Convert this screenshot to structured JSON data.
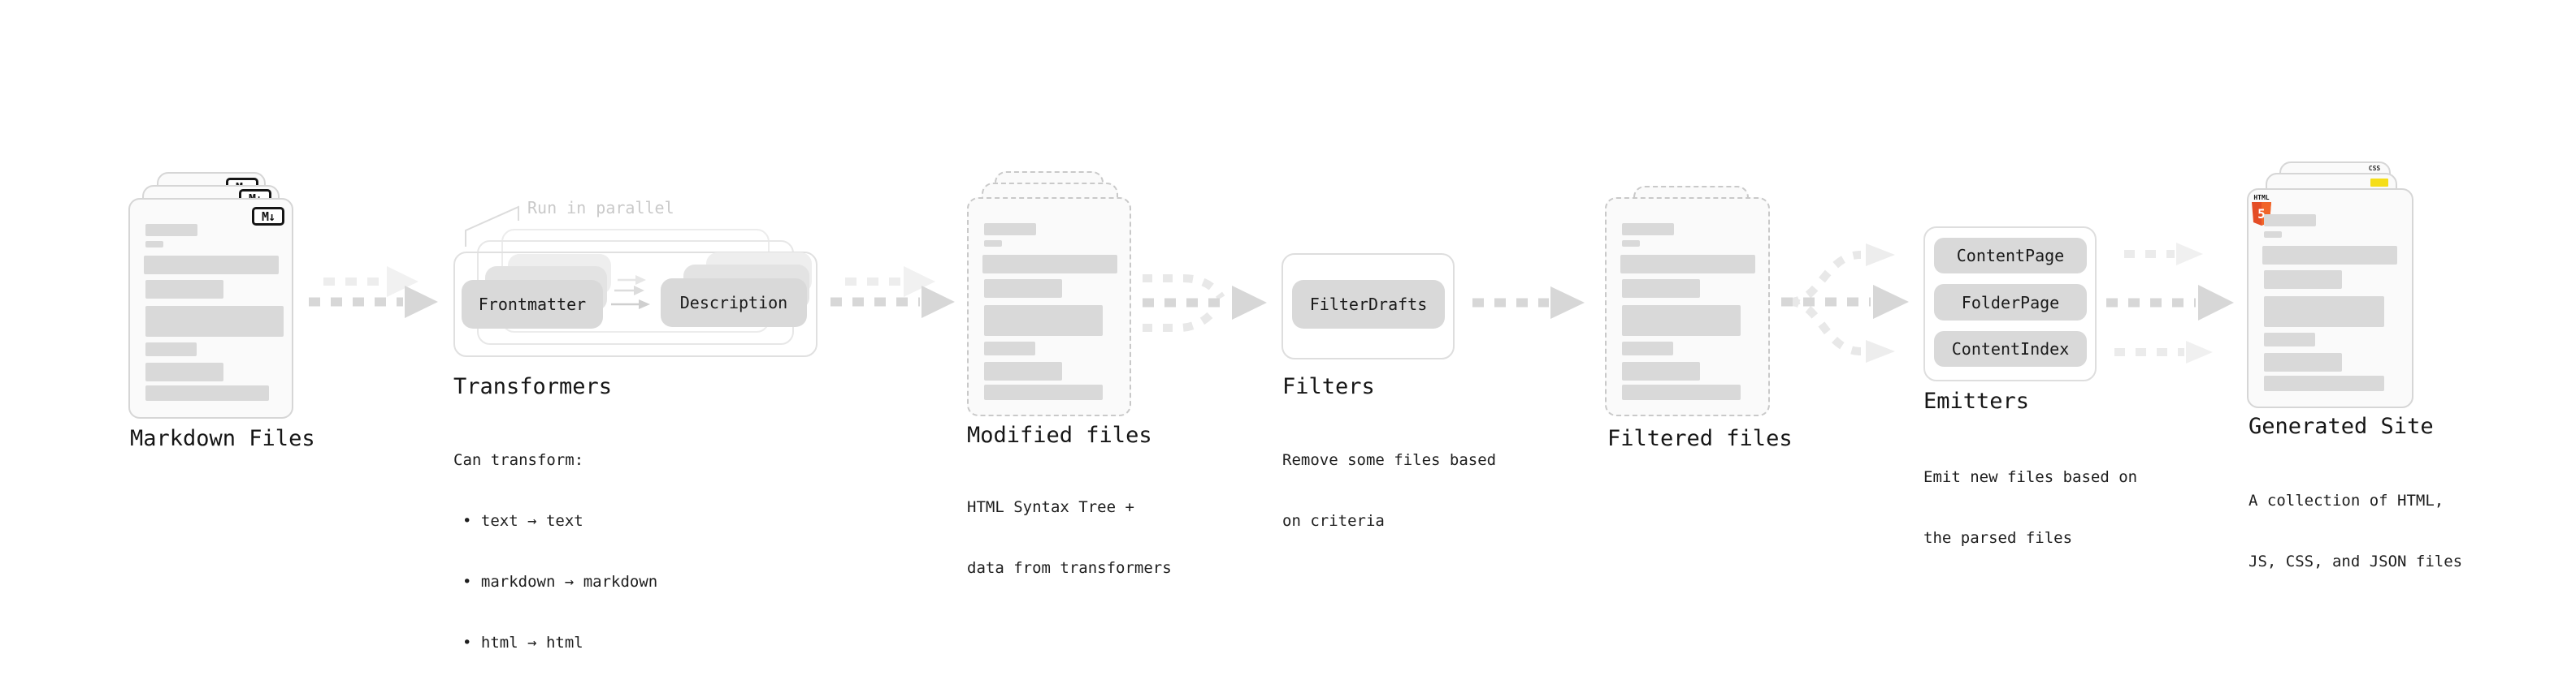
{
  "stages": {
    "markdown": {
      "label": "Markdown Files",
      "badge": "M↓"
    },
    "transformers": {
      "label": "Transformers",
      "annotation": "Run in parallel",
      "pill_frontmatter": "Frontmatter",
      "pill_description": "Description",
      "desc_title": "Can transform:",
      "bullets": [
        "• text → text",
        "• markdown → markdown",
        "• html → html"
      ]
    },
    "modified": {
      "label": "Modified files",
      "desc_line1": "HTML Syntax Tree +",
      "desc_line2": "data from transformers"
    },
    "filters": {
      "label": "Filters",
      "pill_filterdrafts": "FilterDrafts",
      "desc_line1": "Remove some files based",
      "desc_line2": "on criteria"
    },
    "filtered": {
      "label": "Filtered files"
    },
    "emitters": {
      "label": "Emitters",
      "pill_contentpage": "ContentPage",
      "pill_folderpage": "FolderPage",
      "pill_contentindex": "ContentIndex",
      "desc_line1": "Emit new files based on",
      "desc_line2": "the parsed files"
    },
    "generated": {
      "label": "Generated Site",
      "desc_line1": "A collection of HTML,",
      "desc_line2": "JS, CSS, and JSON files",
      "badge_css": "CSS",
      "badge_html_text": "HTML",
      "badge_html_number": "5"
    }
  },
  "colors": {
    "html5_orange": "#e44d26",
    "html5_orange_light": "#f16529",
    "js_yellow": "#f5de19",
    "css_blue": "#3565f2",
    "pill_gray": "#d9d9d9",
    "card_bg": "#fafafa",
    "arrow_gray": "#d7d7d7",
    "arrow_light": "#ededed"
  }
}
